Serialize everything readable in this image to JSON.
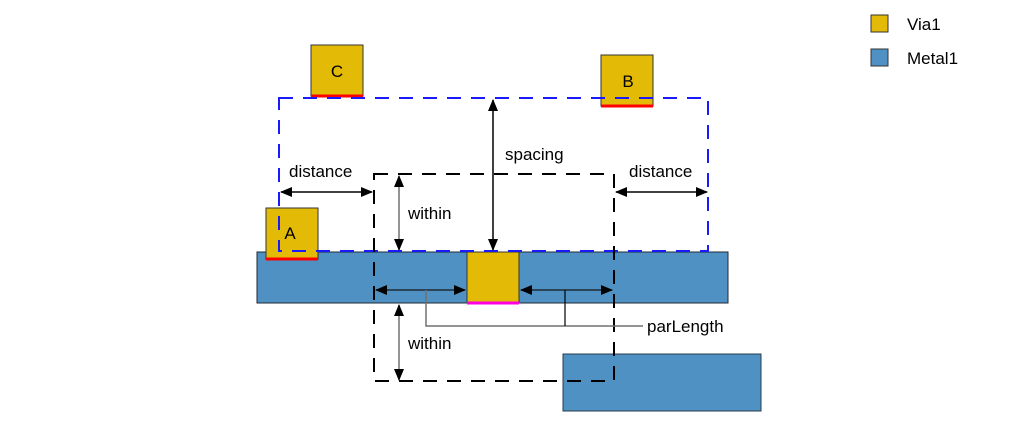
{
  "diagram": {
    "colors": {
      "via": "#e3bb06",
      "metal": "#4f91c2",
      "red_edge": "#ff0000",
      "magenta_edge": "#ff00e0",
      "blue_dash": "#1a1aff",
      "black_dash": "#000000",
      "leader_gray": "#707070"
    },
    "legend": [
      {
        "name": "Via1",
        "color": "#e3bb06"
      },
      {
        "name": "Metal1",
        "color": "#4f91c2"
      }
    ],
    "vias": [
      {
        "id": "C",
        "label": "C"
      },
      {
        "id": "B",
        "label": "B"
      },
      {
        "id": "A",
        "label": "A"
      },
      {
        "id": "center",
        "label": ""
      }
    ],
    "labels": {
      "distance_left": "distance",
      "distance_right": "distance",
      "spacing": "spacing",
      "within_top": "within",
      "within_bottom": "within",
      "parLength": "parLength"
    }
  }
}
